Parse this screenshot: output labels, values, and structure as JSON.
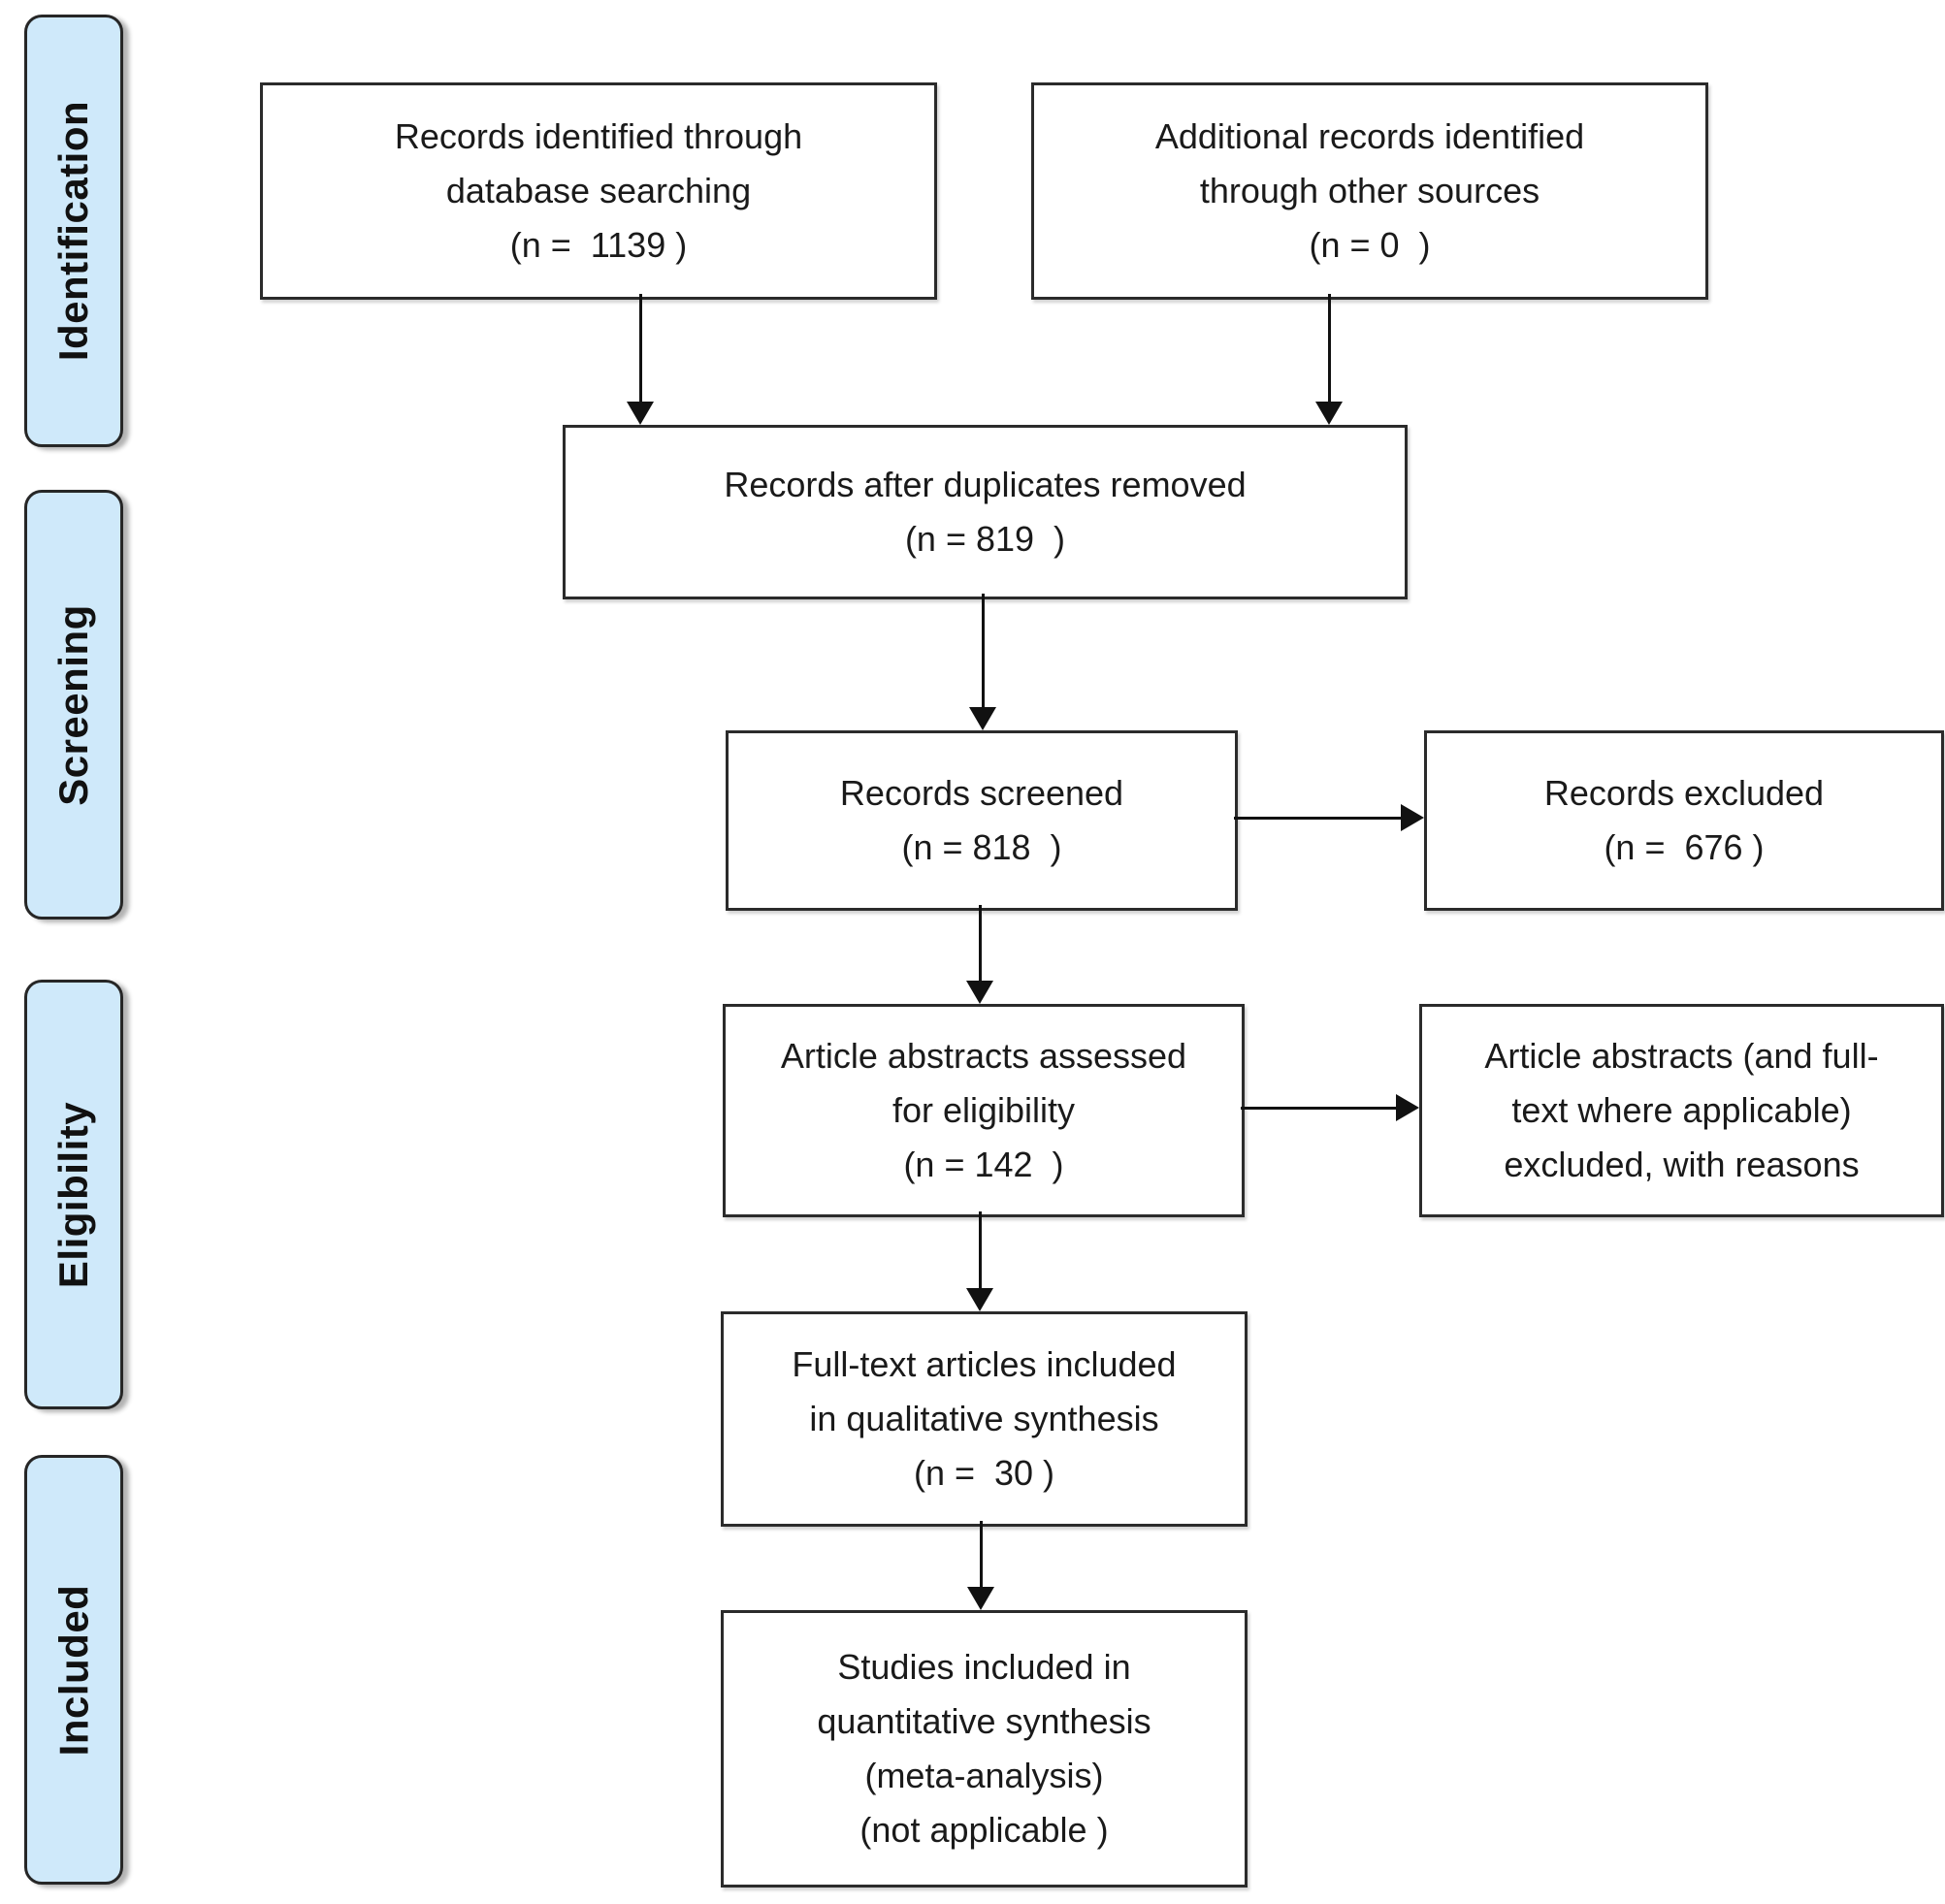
{
  "stage_labels": [
    {
      "label": "Identification"
    },
    {
      "label": "Screening"
    },
    {
      "label": "Eligibility"
    },
    {
      "label": "Included"
    }
  ],
  "boxes": {
    "identified": "Records identified through\ndatabase searching\n(n =  1139 )",
    "additional": "Additional records identified\nthrough other sources\n(n = 0  )",
    "deduplicated": "Records after duplicates removed\n(n = 819  )",
    "screened": "Records screened\n(n = 818  )",
    "excluded": "Records excluded\n(n =  676 )",
    "assessed": "Article abstracts assessed\nfor eligibility\n(n = 142  )",
    "abstracts_excluded": "Article abstracts (and full-\ntext where applicable)\nexcluded, with reasons",
    "qualitative": "Full-text articles included\nin qualitative synthesis\n(n =  30 )",
    "quantitative": "Studies included in\nquantitative synthesis\n(meta-analysis)\n(not applicable )"
  },
  "colors": {
    "stage_fill": "#cfe9fa",
    "stage_border": "#262626",
    "box_fill": "#ffffff",
    "box_border": "#2b2b2b",
    "arrow": "#111111",
    "text": "#1a1a1a",
    "background": "#ffffff"
  }
}
